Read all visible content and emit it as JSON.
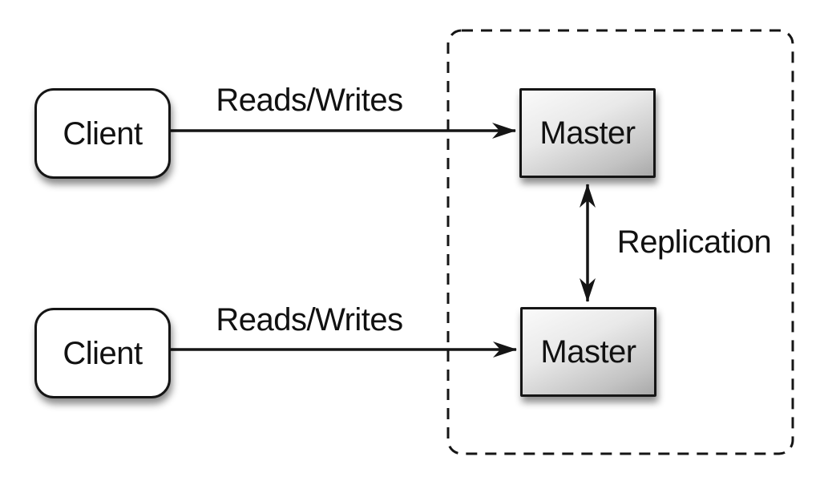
{
  "nodes": {
    "client_top": {
      "label": "Client"
    },
    "client_bottom": {
      "label": "Client"
    },
    "master_top": {
      "label": "Master"
    },
    "master_bottom": {
      "label": "Master"
    }
  },
  "edges": {
    "client_top_to_master_top": {
      "label": "Reads/Writes"
    },
    "client_bottom_to_master_bottom": {
      "label": "Reads/Writes"
    },
    "master_to_master": {
      "label": "Replication"
    }
  },
  "colors": {
    "background": "#ffffff",
    "line_stroke": "#151515",
    "client_fill": "#ffffff",
    "master_gradient_light": "#fafafa",
    "master_gradient_dark": "#a9a9a9",
    "text": "#111111"
  }
}
